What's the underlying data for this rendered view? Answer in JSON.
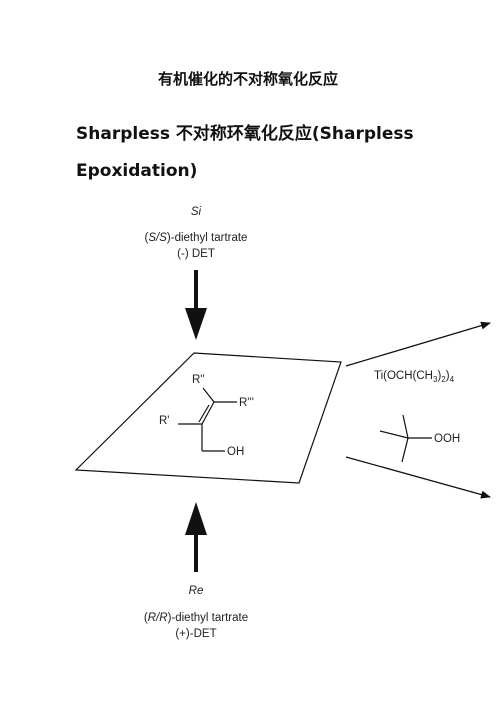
{
  "page": {
    "title": "有机催化的不对称氧化反应",
    "subtitle": "Sharpless 不对称环氧化反应(Sharpless Epoxidation)"
  },
  "diagram": {
    "top_face": {
      "face_label": "Si",
      "reagent_prefix": "(",
      "reagent_config": "S/S",
      "reagent_suffix": ")-diethyl tartrate",
      "reagent_short": "(-) DET"
    },
    "bottom_face": {
      "face_label": "Re",
      "reagent_prefix": "(",
      "reagent_config": "R/R",
      "reagent_suffix": ")-diethyl tartrate",
      "reagent_short": "(+)-DET"
    },
    "substrate": {
      "r2": "R''",
      "r3": "R'''",
      "r1": "R'",
      "oh": "OH"
    },
    "catalyst": {
      "text": "Ti(OCH(CH",
      "sub1": "3",
      "mid": ")",
      "sub2": "2",
      "end": ")",
      "sub3": "4"
    },
    "oxidant": {
      "label": "OOH"
    }
  }
}
